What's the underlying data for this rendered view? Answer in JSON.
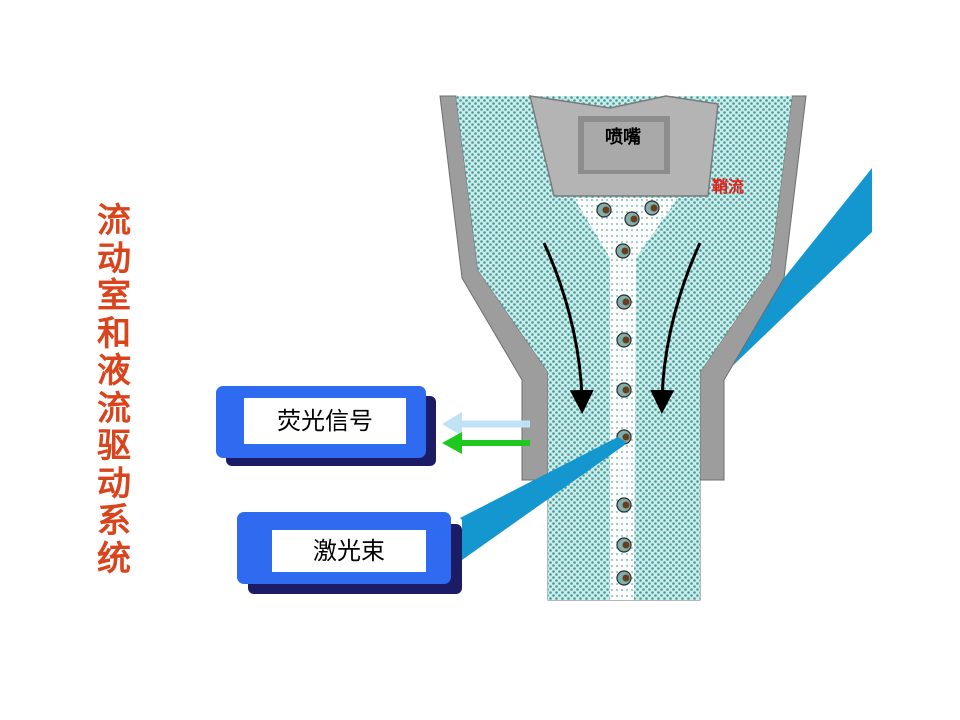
{
  "title_chars": [
    "流",
    "动",
    "室",
    "和",
    "液",
    "流",
    "驱",
    "动",
    "系",
    "统"
  ],
  "labels": {
    "nozzle": "喷嘴",
    "sheath": "鞘流",
    "fluorescence": "荧光信号",
    "laser": "激光束"
  },
  "colors": {
    "title": "#d9441c",
    "sheath_label": "#e0221b",
    "box_blue": "#2f6bf0",
    "box_shadow": "#1b1b66",
    "wall_gray": "#9d9d9d",
    "fluid_teal": "#9fd6d4",
    "laser_blue": "#1496cf",
    "arrow_green": "#1ec81e",
    "arrow_light_blue": "#bfe3f5"
  }
}
